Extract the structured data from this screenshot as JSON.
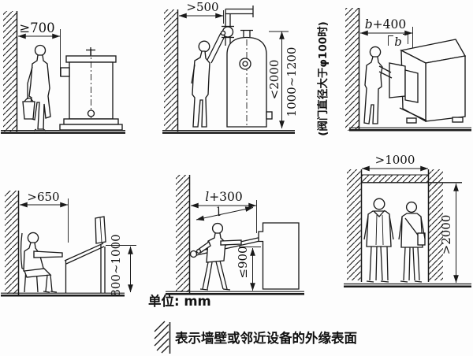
{
  "figure": {
    "unit_label": "单位: mm",
    "legend_text": "表示墙壁或邻近设备的外缘表面",
    "diagrams": {
      "standing": {
        "width": "≥700"
      },
      "valve": {
        "wall_clearance": ">500",
        "max_height": "<2000",
        "valve_height_range": "1000~1200",
        "note": "(阀门直径大于φ100时)"
      },
      "drawer": {
        "var": "b",
        "offset": "+400",
        "depth": "b"
      },
      "seated": {
        "clearance": ">650",
        "height_range": "800~1000"
      },
      "rod": {
        "var": "l",
        "offset": "+300",
        "rod_len": "l",
        "max_height": "≤900"
      },
      "passage": {
        "width": ">1000",
        "height": ">2000"
      }
    }
  }
}
